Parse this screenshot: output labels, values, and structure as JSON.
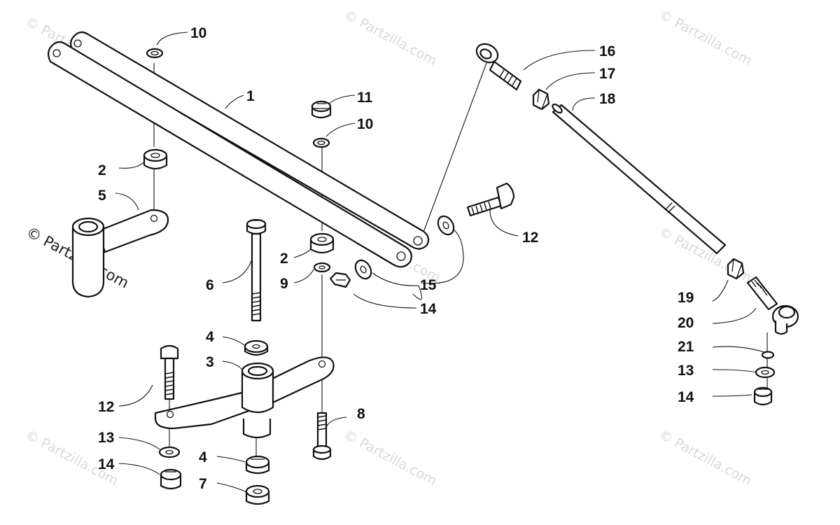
{
  "watermark": "© Partzilla.com",
  "callouts": {
    "n1": "1",
    "n2a": "2",
    "n2b": "2",
    "n3": "3",
    "n4a": "4",
    "n4b": "4",
    "n5": "5",
    "n6": "6",
    "n7": "7",
    "n8": "8",
    "n9": "9",
    "n10a": "10",
    "n10b": "10",
    "n11": "11",
    "n12a": "12",
    "n12b": "12",
    "n13a": "13",
    "n13b": "13",
    "n14a": "14",
    "n14b": "14",
    "n14c": "14",
    "n15": "15",
    "n16": "16",
    "n17": "17",
    "n18": "18",
    "n19": "19",
    "n20": "20",
    "n21": "21"
  }
}
